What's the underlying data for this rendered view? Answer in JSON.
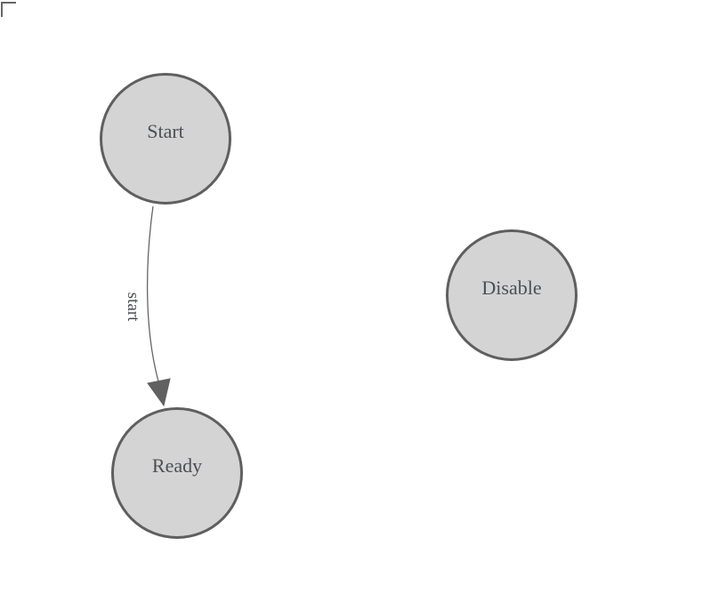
{
  "diagram": {
    "nodes": [
      {
        "id": "start",
        "label": "Start"
      },
      {
        "id": "ready",
        "label": "Ready"
      },
      {
        "id": "disable",
        "label": "Disable"
      }
    ],
    "edges": [
      {
        "id": "start-to-ready",
        "from": "Start",
        "to": "Ready",
        "label": "start"
      }
    ],
    "colors": {
      "node_fill": "#d4d4d4",
      "node_border": "#5f5f5f",
      "edge_stroke": "#666666",
      "arrowhead_fill": "#616161",
      "label_text": "#4c4f54",
      "background": "#ffffff",
      "origin_corner": "#666666"
    }
  }
}
